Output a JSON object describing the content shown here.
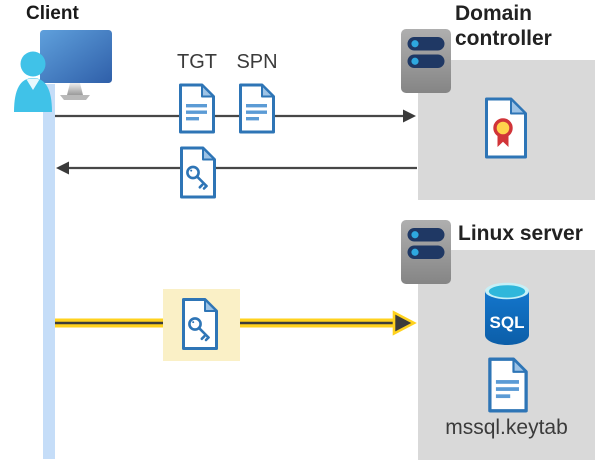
{
  "client": {
    "label": "Client"
  },
  "tickets": {
    "tgt_label": "TGT",
    "spn_label": "SPN"
  },
  "domain_controller": {
    "title": "Domain controller"
  },
  "linux_server": {
    "title": "Linux server",
    "sql_icon_label": "SQL",
    "keytab_label": "mssql.keytab"
  },
  "icons": {
    "client": "monitor-with-user-icon",
    "domain_controller": "server-icon",
    "linux_server": "server-icon",
    "tgt": "document-icon",
    "spn": "document-icon",
    "service_ticket": "key-document-icon",
    "certificate": "certificate-document-icon",
    "database": "sql-database-icon",
    "keytab_file": "document-icon"
  },
  "colors": {
    "doc_border_blue": "#2E75B6",
    "doc_lines_blue": "#5B9BD5",
    "doc_fold_blue": "#9DC3E6",
    "lifeline_blue": "#C5DDF8",
    "arrow_gray": "#474747",
    "highlight_yellow_fill": "#FAF0C6",
    "arrow_yellow": "#FFD21E",
    "panel_gray": "#D9D9D9",
    "server_bar_navy": "#1F3864",
    "sql_body_blue": "#1070C0",
    "person_cyan": "#40C2E8",
    "cert_seal_yellow": "#FFD24C",
    "cert_ribbon_red": "#D13438"
  }
}
